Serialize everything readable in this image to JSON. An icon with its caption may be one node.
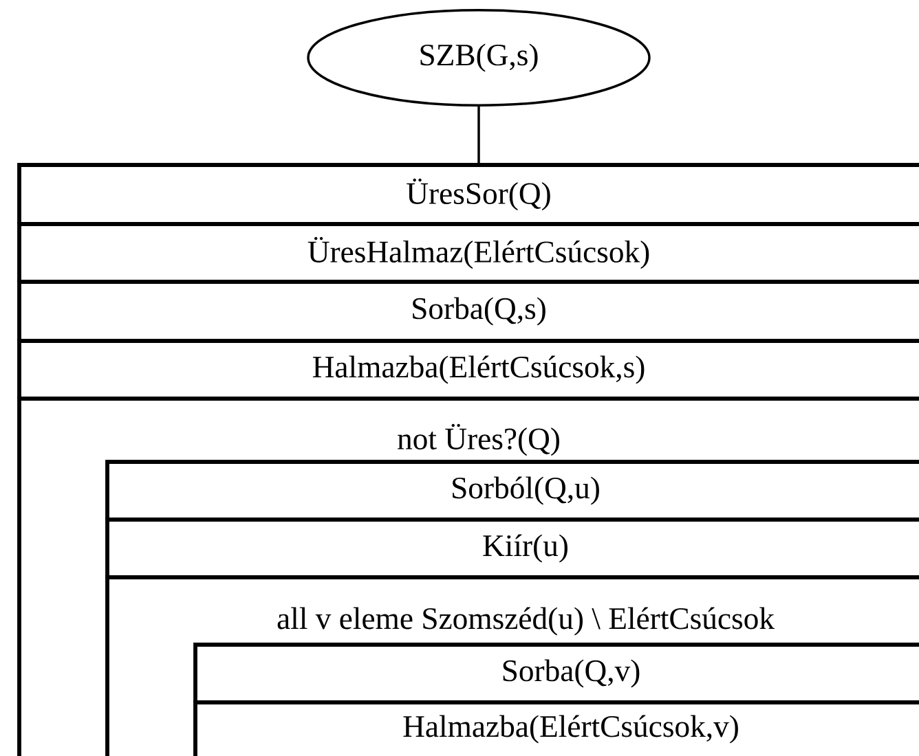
{
  "diagram": {
    "nodes": [
      {
        "text": [
          "SZB(G,s)"
        ]
      },
      {
        "text": [
          "ÜresSor(Q)"
        ]
      },
      {
        "text": [
          "ÜresHalmaz(ElértCsúcsok)"
        ]
      },
      {
        "text": [
          "Sorba(Q,s)"
        ]
      },
      {
        "text": [
          "Halmazba(ElértCsúcsok,s)"
        ]
      },
      {
        "text": [
          "not Üres?(Q)"
        ]
      },
      {
        "text": [
          "Sorból(Q,u)"
        ],
        "in": 5
      },
      {
        "text": [
          "Kiír(u)"
        ],
        "in": 5
      },
      {
        "text": [
          "all v eleme Szomszéd(u) \\ ElértCsúcsok"
        ],
        "in": 5
      },
      {
        "text": [
          "Sorba(Q,v)"
        ],
        "in": 8
      },
      {
        "text": [
          "Halmazba(ElértCsúcsok,v)"
        ],
        "in": 8
      }
    ],
    "edges": [
      {
        "from": 0,
        "to": 1,
        "arrow": "none"
      }
    ]
  }
}
